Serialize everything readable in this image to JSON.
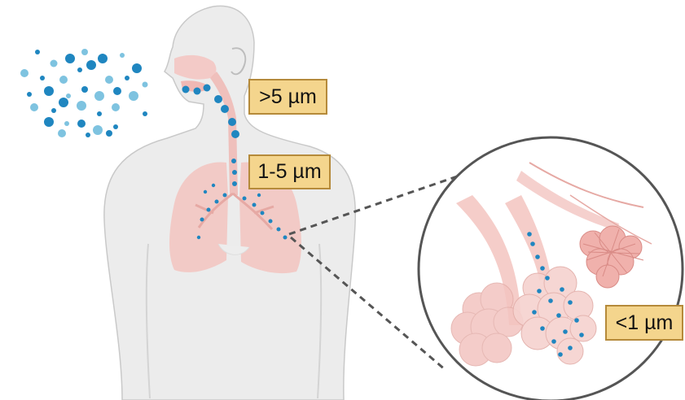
{
  "labels": {
    "upper_airway": ">5 µm",
    "bronchi": "1-5 µm",
    "alveoli": "<1 µm"
  },
  "colors": {
    "body_fill": "#ececec",
    "body_stroke": "#c9c9c9",
    "airway": "#f0b8b4",
    "lung": "#f3c4c0",
    "particle_dark": "#1f86c0",
    "particle_light": "#7ec3e0",
    "label_fill": "#f4d58d",
    "label_border": "#b58a3a",
    "lens_stroke": "#555555"
  },
  "icons": [
    "human-torso-icon",
    "lungs-icon",
    "aerosol-cloud-icon",
    "alveoli-cluster-icon",
    "magnifier-circle-icon"
  ]
}
